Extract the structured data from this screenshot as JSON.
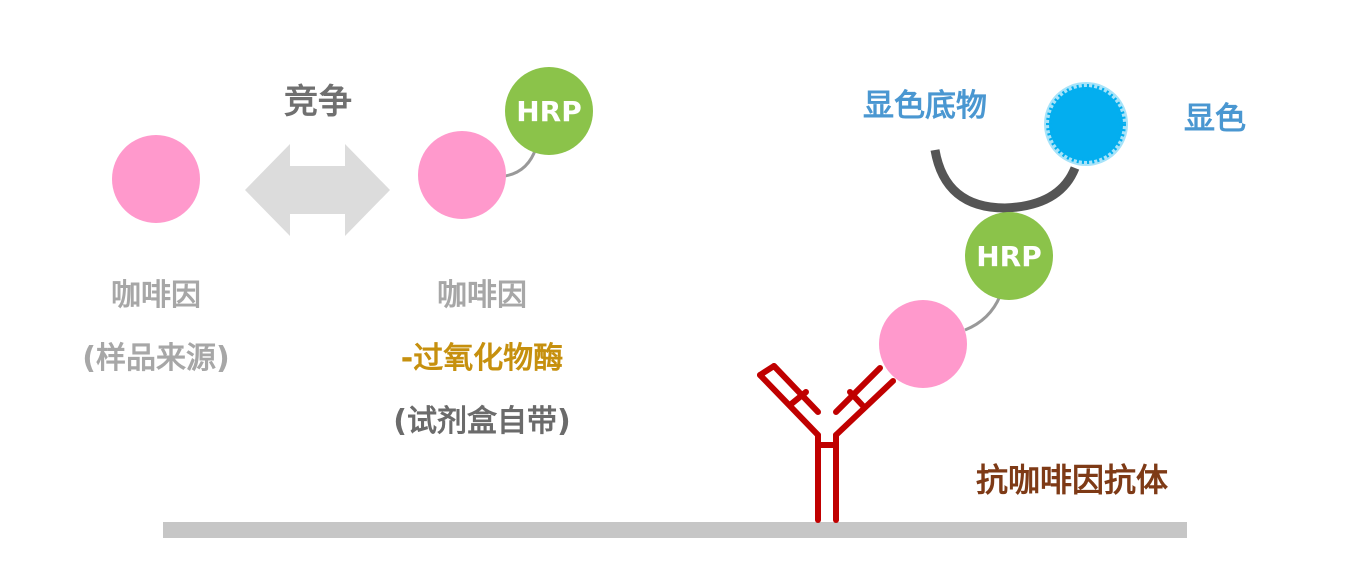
{
  "labels": {
    "compete": "竞争",
    "caffeine_sample_1": "咖啡因",
    "caffeine_sample_2": "(样品来源)",
    "caffeine_enzyme_1": "咖啡因",
    "caffeine_enzyme_2": "-过氧化物酶",
    "caffeine_enzyme_3": "(试剂盒自带)",
    "substrate": "显色底物",
    "color": "显色",
    "antibody": "抗咖啡因抗体",
    "hrp_1": "HRP",
    "hrp_2": "HRP"
  },
  "colors": {
    "caffeine": "#ff99cc",
    "hrp": "#8bc34a",
    "signal": "#03aeef",
    "antibody": "#c00000",
    "arrow": "#dcdcdc",
    "plate": "#c6c6c6",
    "substrate_arc": "#555555"
  }
}
